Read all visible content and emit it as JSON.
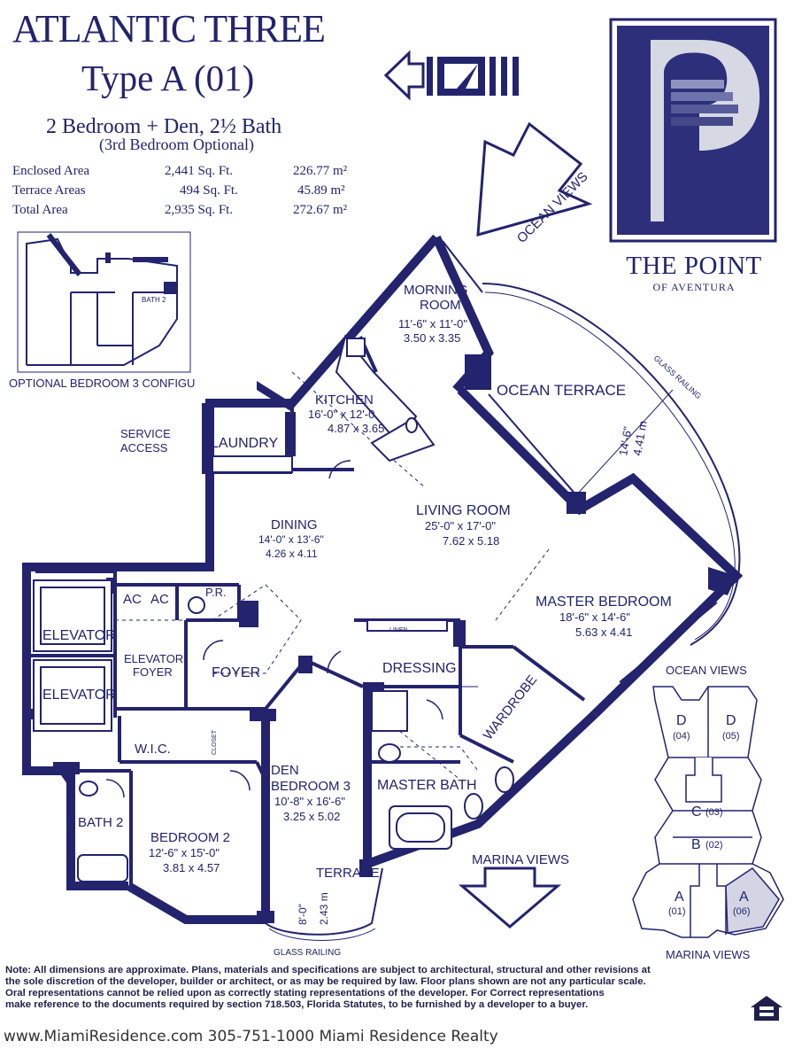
{
  "header": {
    "building": "ATLANTIC THREE",
    "unit_type": "Type A (01)",
    "bedrooms": "2 Bedroom + Den, 2½ Bath",
    "optional": "(3rd Bedroom Optional)"
  },
  "areas": [
    {
      "label": "Enclosed Area",
      "sqft": "2,441 Sq. Ft.",
      "sqm": "226.77 m²"
    },
    {
      "label": "Terrace Areas",
      "sqft": "494 Sq. Ft.",
      "sqm": "45.89 m²"
    },
    {
      "label": "Total Area",
      "sqft": "2,935 Sq. Ft.",
      "sqm": "272.67 m²"
    }
  ],
  "brand": {
    "name": "THE POINT",
    "sub": "OF AVENTURA",
    "color": "#2e2f7a"
  },
  "optional_plan": {
    "caption": "OPTIONAL BEDROOM 3 CONFIGU",
    "bath_label": "BATH 2"
  },
  "views": {
    "ocean": "OCEAN VIEWS",
    "marina": "MARINA VIEWS"
  },
  "rooms": {
    "morning": {
      "name1": "MORNING",
      "name2": "ROOM",
      "dim": "11'-6\" x 11'-0\"",
      "metric": "3.50 x 3.35"
    },
    "kitchen": {
      "name": "KITCHEN",
      "dim": "16'-0\" x 12'-0",
      "metric": "4.87 x 3.65"
    },
    "ocean_terrace": {
      "name": "OCEAN TERRACE",
      "dim": "14'-6\"",
      "metric": "4.41 m"
    },
    "glass_railing": "GLASS RAILING",
    "service": {
      "line1": "SERVICE",
      "line2": "ACCESS"
    },
    "laundry": "LAUNDRY",
    "dining": {
      "name": "DINING",
      "dim": "14'-0\" x 13'-6\"",
      "metric": "4.26 x 4.11"
    },
    "living": {
      "name": "LIVING ROOM",
      "dim": "25'-0\" x 17'-0\"",
      "metric": "7.62 x 5.18"
    },
    "master": {
      "name": "MASTER BEDROOM",
      "dim": "18'-6\" x 14'-6\"",
      "metric": "5.63 x 4.41"
    },
    "ac": "AC",
    "pr": "P.R.",
    "elevator": "ELEVATOR",
    "elevator_foyer": {
      "line1": "ELEVATOR",
      "line2": "FOYER"
    },
    "foyer": "FOYER",
    "dressing": "DRESSING",
    "wardrobe": "WARDROBE",
    "wic": "W.I.C.",
    "den": {
      "name1": "DEN",
      "name2": "BEDROOM 3",
      "dim": "10'-8\" x 16'-6\"",
      "metric": "3.25 x 5.02"
    },
    "master_bath": "MASTER BATH",
    "bath2": "BATH 2",
    "bedroom2": {
      "name": "BEDROOM 2",
      "dim": "12'-6\" x 15'-0\"",
      "metric": "3.81 x 4.57"
    },
    "terrace": {
      "name": "TERRACE",
      "dim": "8'-0\"",
      "metric": "2.43 m"
    },
    "linen": "LINEN",
    "closet": "CLOSET"
  },
  "keyplan": {
    "ocean_label": "OCEAN VIEWS",
    "marina_label": "MARINA VIEWS",
    "units": [
      {
        "letter": "D",
        "num": "(04)"
      },
      {
        "letter": "D",
        "num": "(05)"
      },
      {
        "letter": "C",
        "num": "(03)"
      },
      {
        "letter": "B",
        "num": "(02)"
      },
      {
        "letter": "A",
        "num": "(01)"
      },
      {
        "letter": "A",
        "num": "(06)"
      }
    ]
  },
  "note": {
    "line1": "Note: All dimensions are approximate. Plans, materials and specifications are subject to architectural, structural and other revisions at",
    "line2": "the sole discretion of the developer, builder or architect, or as may be required by law. Floor plans shown are not any particular scale.",
    "line3": "Oral representations cannot be relied upon as correctly stating representations of the developer. For Correct representations",
    "line4": "make reference to the documents required by section 718.503, Florida Statutes, to be furnished by a developer to a buyer."
  },
  "footer": "www.MiamiResidence.com 305-751-1000 Miami Residence Realty"
}
